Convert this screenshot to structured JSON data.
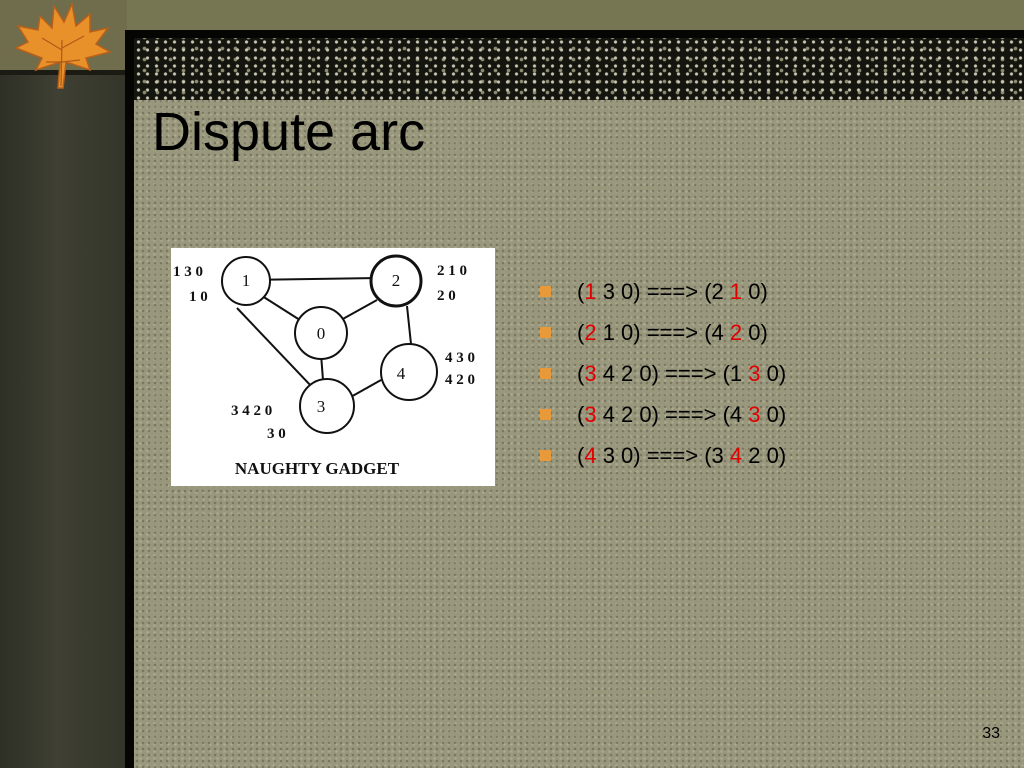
{
  "slide": {
    "title": "Dispute arc",
    "page_number": "33"
  },
  "colors": {
    "highlight": "#e00000",
    "bullet": "#e89a3a",
    "slide_bg": "#99977c",
    "frame": "#050503"
  },
  "figure": {
    "caption": "NAUGHTY GADGET",
    "nodes": [
      {
        "id": "0",
        "label": "0"
      },
      {
        "id": "1",
        "label": "1"
      },
      {
        "id": "2",
        "label": "2"
      },
      {
        "id": "3",
        "label": "3"
      },
      {
        "id": "4",
        "label": "4"
      }
    ],
    "edges": [
      [
        "1",
        "2"
      ],
      [
        "1",
        "0"
      ],
      [
        "1",
        "3"
      ],
      [
        "0",
        "2"
      ],
      [
        "0",
        "3"
      ],
      [
        "2",
        "4"
      ],
      [
        "3",
        "4"
      ]
    ],
    "path_labels": {
      "node1": [
        "1 3 0",
        "1 0"
      ],
      "node2": [
        "2 1 0",
        "2 0"
      ],
      "node3": [
        "3 4 2 0",
        "3 0"
      ],
      "node4": [
        "4 3 0",
        "4 2 0"
      ]
    }
  },
  "bullets": [
    {
      "open": "(",
      "h1": "1",
      "mid": " 3 0) ===> (2 ",
      "h2": "1",
      "end": " 0)"
    },
    {
      "open": "(",
      "h1": "2",
      "mid": " 1 0) ===> (4 ",
      "h2": "2",
      "end": " 0)"
    },
    {
      "open": "(",
      "h1": "3",
      "mid": " 4 2 0) ===> (1 ",
      "h2": "3",
      "end": " 0)"
    },
    {
      "open": "(",
      "h1": "3",
      "mid": " 4 2 0) ===> (4 ",
      "h2": "3",
      "end": " 0)"
    },
    {
      "open": "(",
      "h1": "4",
      "mid": " 3 0) ===> (3 ",
      "h2": "4",
      "end": " 2 0)"
    }
  ]
}
